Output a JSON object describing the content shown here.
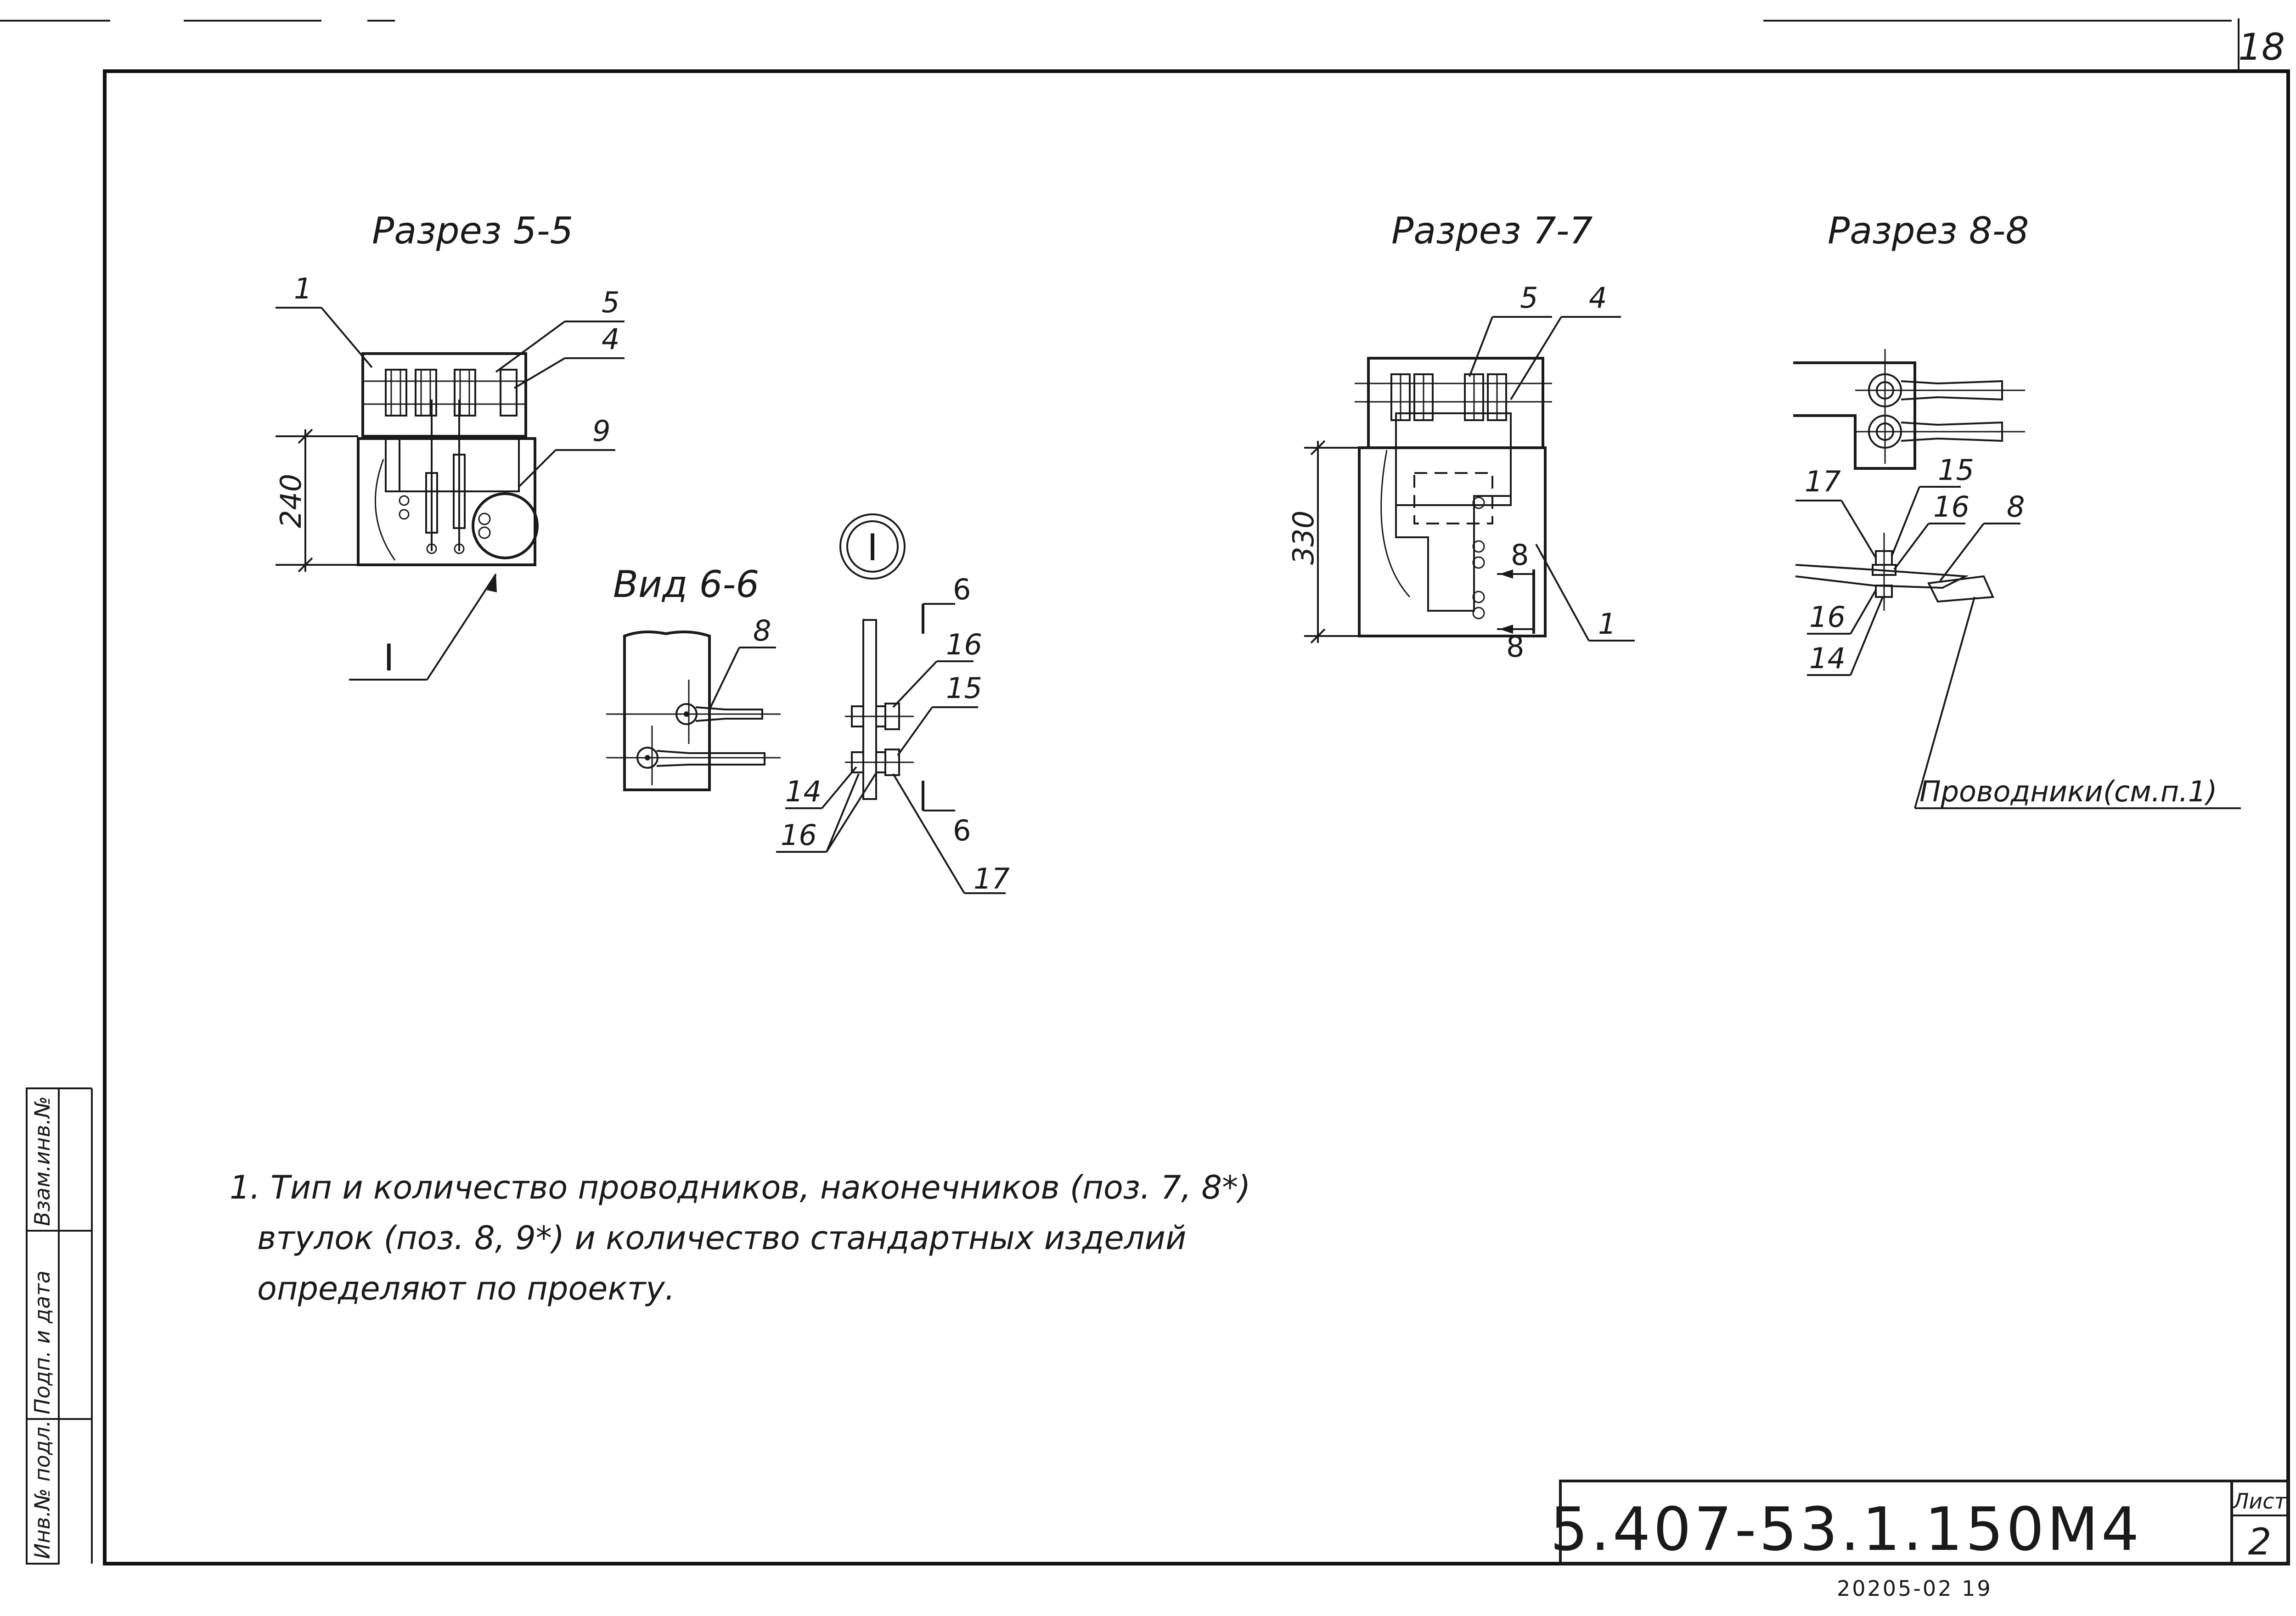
{
  "sheet_number_top": "18",
  "document_code": "5.407-53.1.150M4",
  "sheet_label": "Лист",
  "sheet_no": "2",
  "bottom_stamp": "20205-02   19",
  "side_fields": [
    "Инв.№ подл.",
    "Подп. и дата",
    "Взам.инв.№"
  ],
  "views": {
    "section_5_5": {
      "title": "Разрез 5-5",
      "dimension": "240",
      "callouts": [
        "1",
        "5",
        "4",
        "9"
      ],
      "node_ref": "I"
    },
    "view_6_6": {
      "title": "Вид 6-6",
      "callouts": [
        "8"
      ]
    },
    "node_I": {
      "symbol": "I",
      "cut_mark": "6",
      "callouts": [
        "16",
        "15",
        "14",
        "16",
        "17"
      ]
    },
    "section_7_7": {
      "title": "Разрез 7-7",
      "dimension": "330",
      "callouts": [
        "5",
        "4",
        "8",
        "8",
        "1"
      ]
    },
    "section_8_8": {
      "title": "Разрез 8-8",
      "callouts": [
        "17",
        "15",
        "16",
        "8",
        "16",
        "14"
      ],
      "conductors_label": "Проводники(см.п.1)"
    }
  },
  "notes": [
    "1. Тип и количество проводников, наконечников (поз. 7, 8*)",
    "втулок (поз. 8, 9*) и количество стандартных изделий",
    "определяют по проекту."
  ]
}
